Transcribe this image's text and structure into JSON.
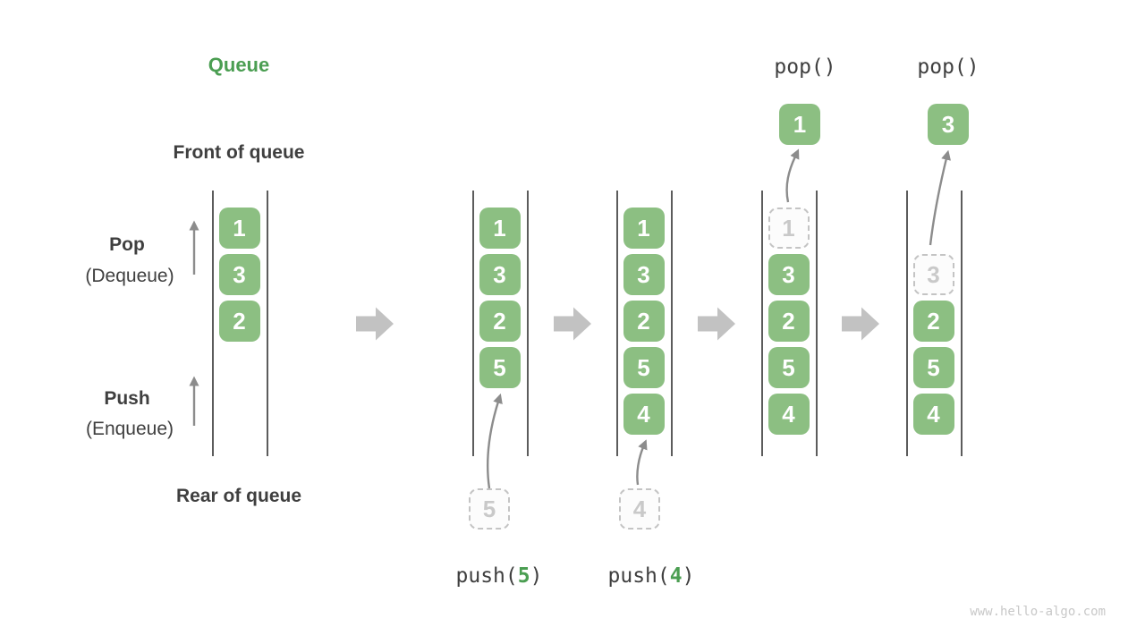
{
  "page": {
    "title": "Queue",
    "watermark": "www.hello-algo.com"
  },
  "labels": {
    "front_of_queue": "Front of queue",
    "rear_of_queue": "Rear of queue",
    "pop": "Pop",
    "pop_sub": "(Dequeue)",
    "push": "Push",
    "push_sub": "(Enqueue)"
  },
  "ops": {
    "push5": {
      "prefix": "push(",
      "arg": "5",
      "suffix": ")"
    },
    "push4": {
      "prefix": "push(",
      "arg": "4",
      "suffix": ")"
    },
    "pop1": "pop()",
    "pop2": "pop()"
  },
  "states": [
    {
      "name": "initial",
      "slots": [
        "1",
        "3",
        "2"
      ]
    },
    {
      "name": "after-push-5",
      "slots": [
        "1",
        "3",
        "2",
        "5"
      ],
      "incoming": "5"
    },
    {
      "name": "after-push-4",
      "slots": [
        "1",
        "3",
        "2",
        "5",
        "4"
      ],
      "incoming": "4"
    },
    {
      "name": "pop-first",
      "slots": [
        {
          "v": "1",
          "dashed": true
        },
        "3",
        "2",
        "5",
        "4"
      ],
      "popped": "1"
    },
    {
      "name": "pop-second",
      "slots": [
        null,
        {
          "v": "3",
          "dashed": true
        },
        "2",
        "5",
        "4"
      ],
      "popped": "3"
    }
  ],
  "colors": {
    "accent_green": "#4b9e52",
    "box_green": "#8cbf82",
    "box_text": "#ffffff",
    "text_dark": "#3f3f3f",
    "block_arrow": "#c2c2c2",
    "thin_arrow": "#8c8c8c",
    "dashed_border": "#c4c4c4",
    "dashed_text": "#c9c9c9",
    "rail": "#5c5c5c",
    "watermark": "#c8c8c8"
  }
}
